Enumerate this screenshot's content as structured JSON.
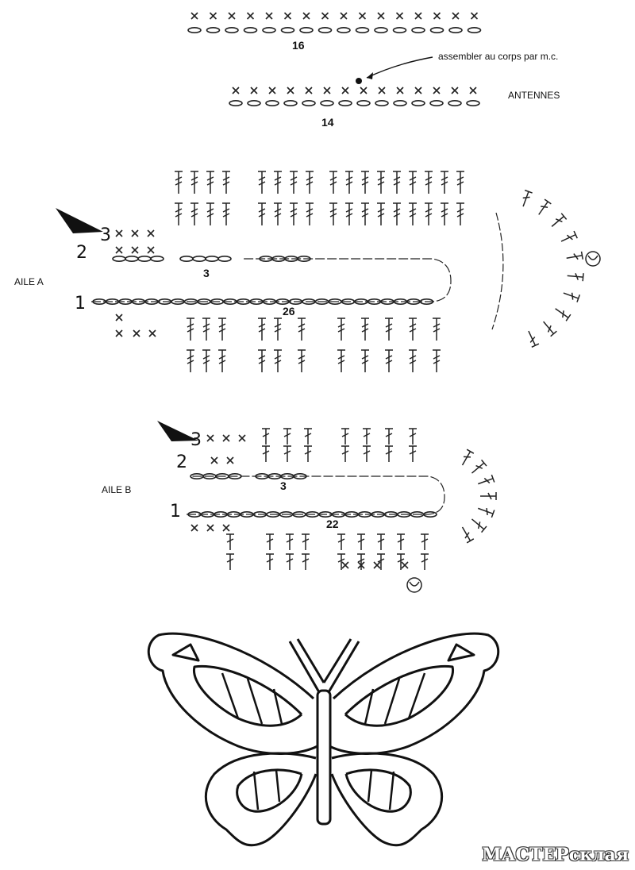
{
  "antennae": {
    "top_count": "16",
    "bottom_count": "14",
    "assemble_note": "assembler au corps par m.c.",
    "label": "ANTENNES"
  },
  "wing_a": {
    "label": "AILE A",
    "row_numbers": [
      "1",
      "2",
      "3"
    ],
    "chain_count_inner": "3",
    "chain_count_base": "26"
  },
  "wing_b": {
    "label": "AILE B",
    "row_numbers": [
      "1",
      "2",
      "3"
    ],
    "chain_count_inner": "3",
    "chain_count_base": "22"
  },
  "watermark": "МАСТЕРсклая"
}
